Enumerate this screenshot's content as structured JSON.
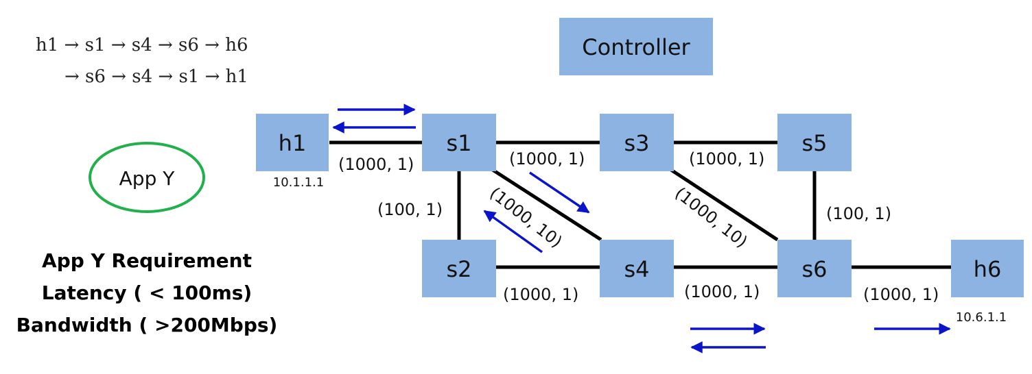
{
  "controller": {
    "label": "Controller"
  },
  "app": {
    "label": "App Y"
  },
  "path": {
    "forward": "h1 → s1 → s4 → s6 → h6",
    "reverse": "→ s6 → s4 → s1 → h1"
  },
  "requirement": {
    "title": "App Y Requirement",
    "latency": "Latency ( < 100ms)",
    "bandwidth": "Bandwidth ( >200Mbps)"
  },
  "nodes": {
    "h1": {
      "label": "h1",
      "ip": "10.1.1.1"
    },
    "s1": {
      "label": "s1"
    },
    "s2": {
      "label": "s2"
    },
    "s3": {
      "label": "s3"
    },
    "s4": {
      "label": "s4"
    },
    "s5": {
      "label": "s5"
    },
    "s6": {
      "label": "s6"
    },
    "h6": {
      "label": "h6",
      "ip": "10.6.1.1"
    }
  },
  "links": {
    "h1_s1": "(1000, 1)",
    "s1_s3": "(1000, 1)",
    "s3_s5": "(1000, 1)",
    "s1_s2": "(100, 1)",
    "s1_s4": "(1000, 10)",
    "s3_s6": "(1000, 10)",
    "s5_s6": "(100, 1)",
    "s2_s4": "(1000, 1)",
    "s4_s6": "(1000, 1)",
    "s6_h6": "(1000, 1)"
  },
  "colors": {
    "node_fill": "#8DB3E2",
    "link": "#000000",
    "arrow": "#0A14C8",
    "app_ellipse": "#22B04C"
  }
}
